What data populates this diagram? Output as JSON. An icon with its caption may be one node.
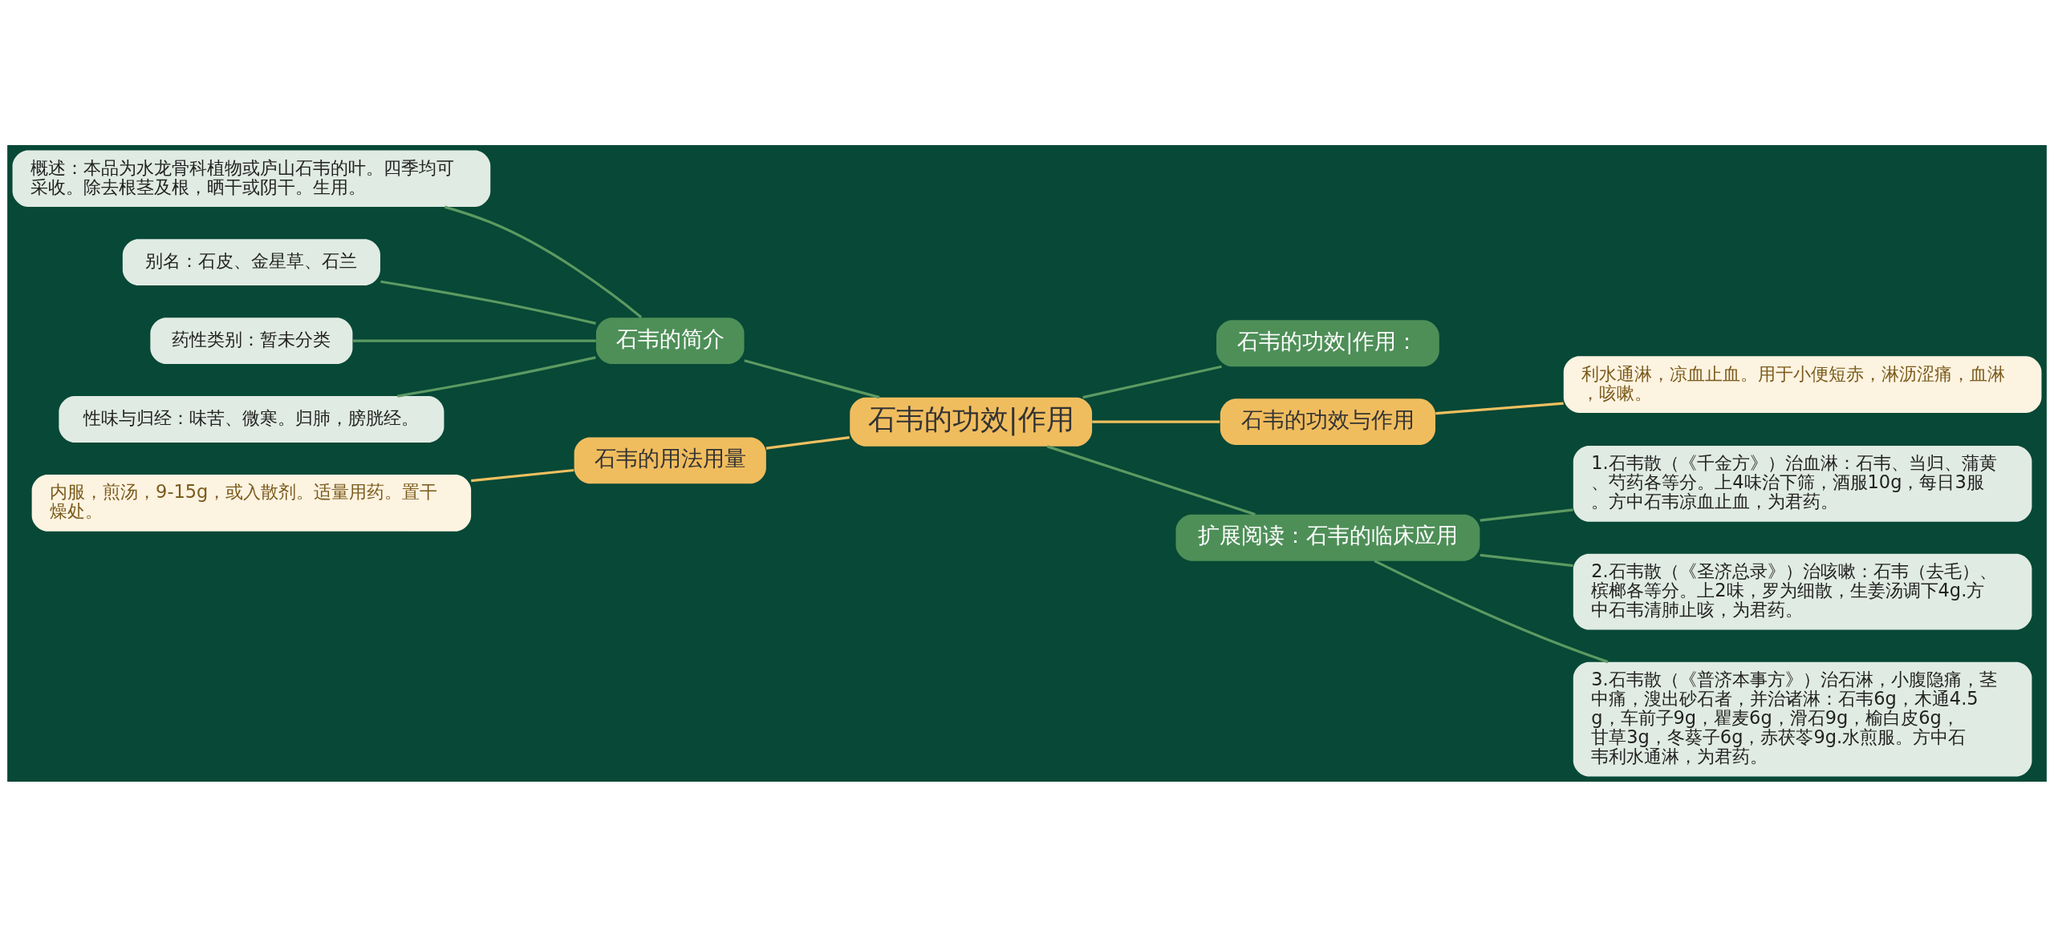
{
  "diagram": {
    "nodes": [
      {
        "text": [
          "石韦的功效|作用"
        ]
      },
      {
        "text": [
          "石韦的简介"
        ]
      },
      {
        "text": [
          "概述：本品为水龙骨科植物或庐山石韦的叶。四季均可采收。除去根茎及根，晒干或阴干。生用。"
        ]
      },
      {
        "text": [
          "别名：石皮、金星草、石兰"
        ]
      },
      {
        "text": [
          "药性类别：暂未分类"
        ]
      },
      {
        "text": [
          "性味与归经：味苦、微寒。归肺，膀胱经。"
        ]
      },
      {
        "text": [
          "石韦的用法用量"
        ]
      },
      {
        "text": [
          "内服，煎汤，9-15g，或入散剂。适量用药。置干燥处。"
        ]
      },
      {
        "text": [
          "石韦的功效|作用："
        ]
      },
      {
        "text": [
          "石韦的功效与作用"
        ]
      },
      {
        "text": [
          "利水通淋，凉血止血。用于小便短赤，淋沥涩痛，血淋，咳嗽。"
        ]
      },
      {
        "text": [
          "扩展阅读：石韦的临床应用"
        ]
      },
      {
        "text": [
          "1.石韦散（《千金方》）治血淋：石韦、当归、蒲黄、芍药各等分。上4味治下筛，酒服10g，每日3服。方中石韦凉血止血，为君药。"
        ]
      },
      {
        "text": [
          "2.石韦散（《圣济总录》）治咳嗽：石韦（去毛）、槟榔各等分。上2味，罗为细散，生姜汤调下4g.方中石韦清肺止咳，为君药。"
        ]
      },
      {
        "text": [
          "3.石韦散（《普济本事方》）治石淋，小腹隐痛，茎中痛，溲出砂石者，并治诸淋：石韦6g，木通4.5g，车前子9g，瞿麦6g，滑石9g，榆白皮6g，甘草3g，冬葵子6g，赤茯苓9g.水煎服。方中石韦利水通淋，为君药。"
        ]
      }
    ],
    "edges": [
      {
        "from": 0,
        "to": 1,
        "arrow": "none"
      },
      {
        "from": 1,
        "to": 2,
        "arrow": "none"
      },
      {
        "from": 1,
        "to": 3,
        "arrow": "none"
      },
      {
        "from": 1,
        "to": 4,
        "arrow": "none"
      },
      {
        "from": 1,
        "to": 5,
        "arrow": "none"
      },
      {
        "from": 0,
        "to": 6,
        "arrow": "none",
        "color": "#f0c060"
      },
      {
        "from": 6,
        "to": 7,
        "arrow": "none",
        "color": "#f0c060"
      },
      {
        "from": 0,
        "to": 8,
        "arrow": "none"
      },
      {
        "from": 0,
        "to": 9,
        "arrow": "none",
        "color": "#f0c060"
      },
      {
        "from": 9,
        "to": 10,
        "arrow": "none",
        "color": "#f0c060"
      },
      {
        "from": 0,
        "to": 11,
        "arrow": "none"
      },
      {
        "from": 11,
        "to": 12,
        "arrow": "none"
      },
      {
        "from": 11,
        "to": 13,
        "arrow": "none"
      },
      {
        "from": 11,
        "to": 14,
        "arrow": "none"
      }
    ]
  }
}
